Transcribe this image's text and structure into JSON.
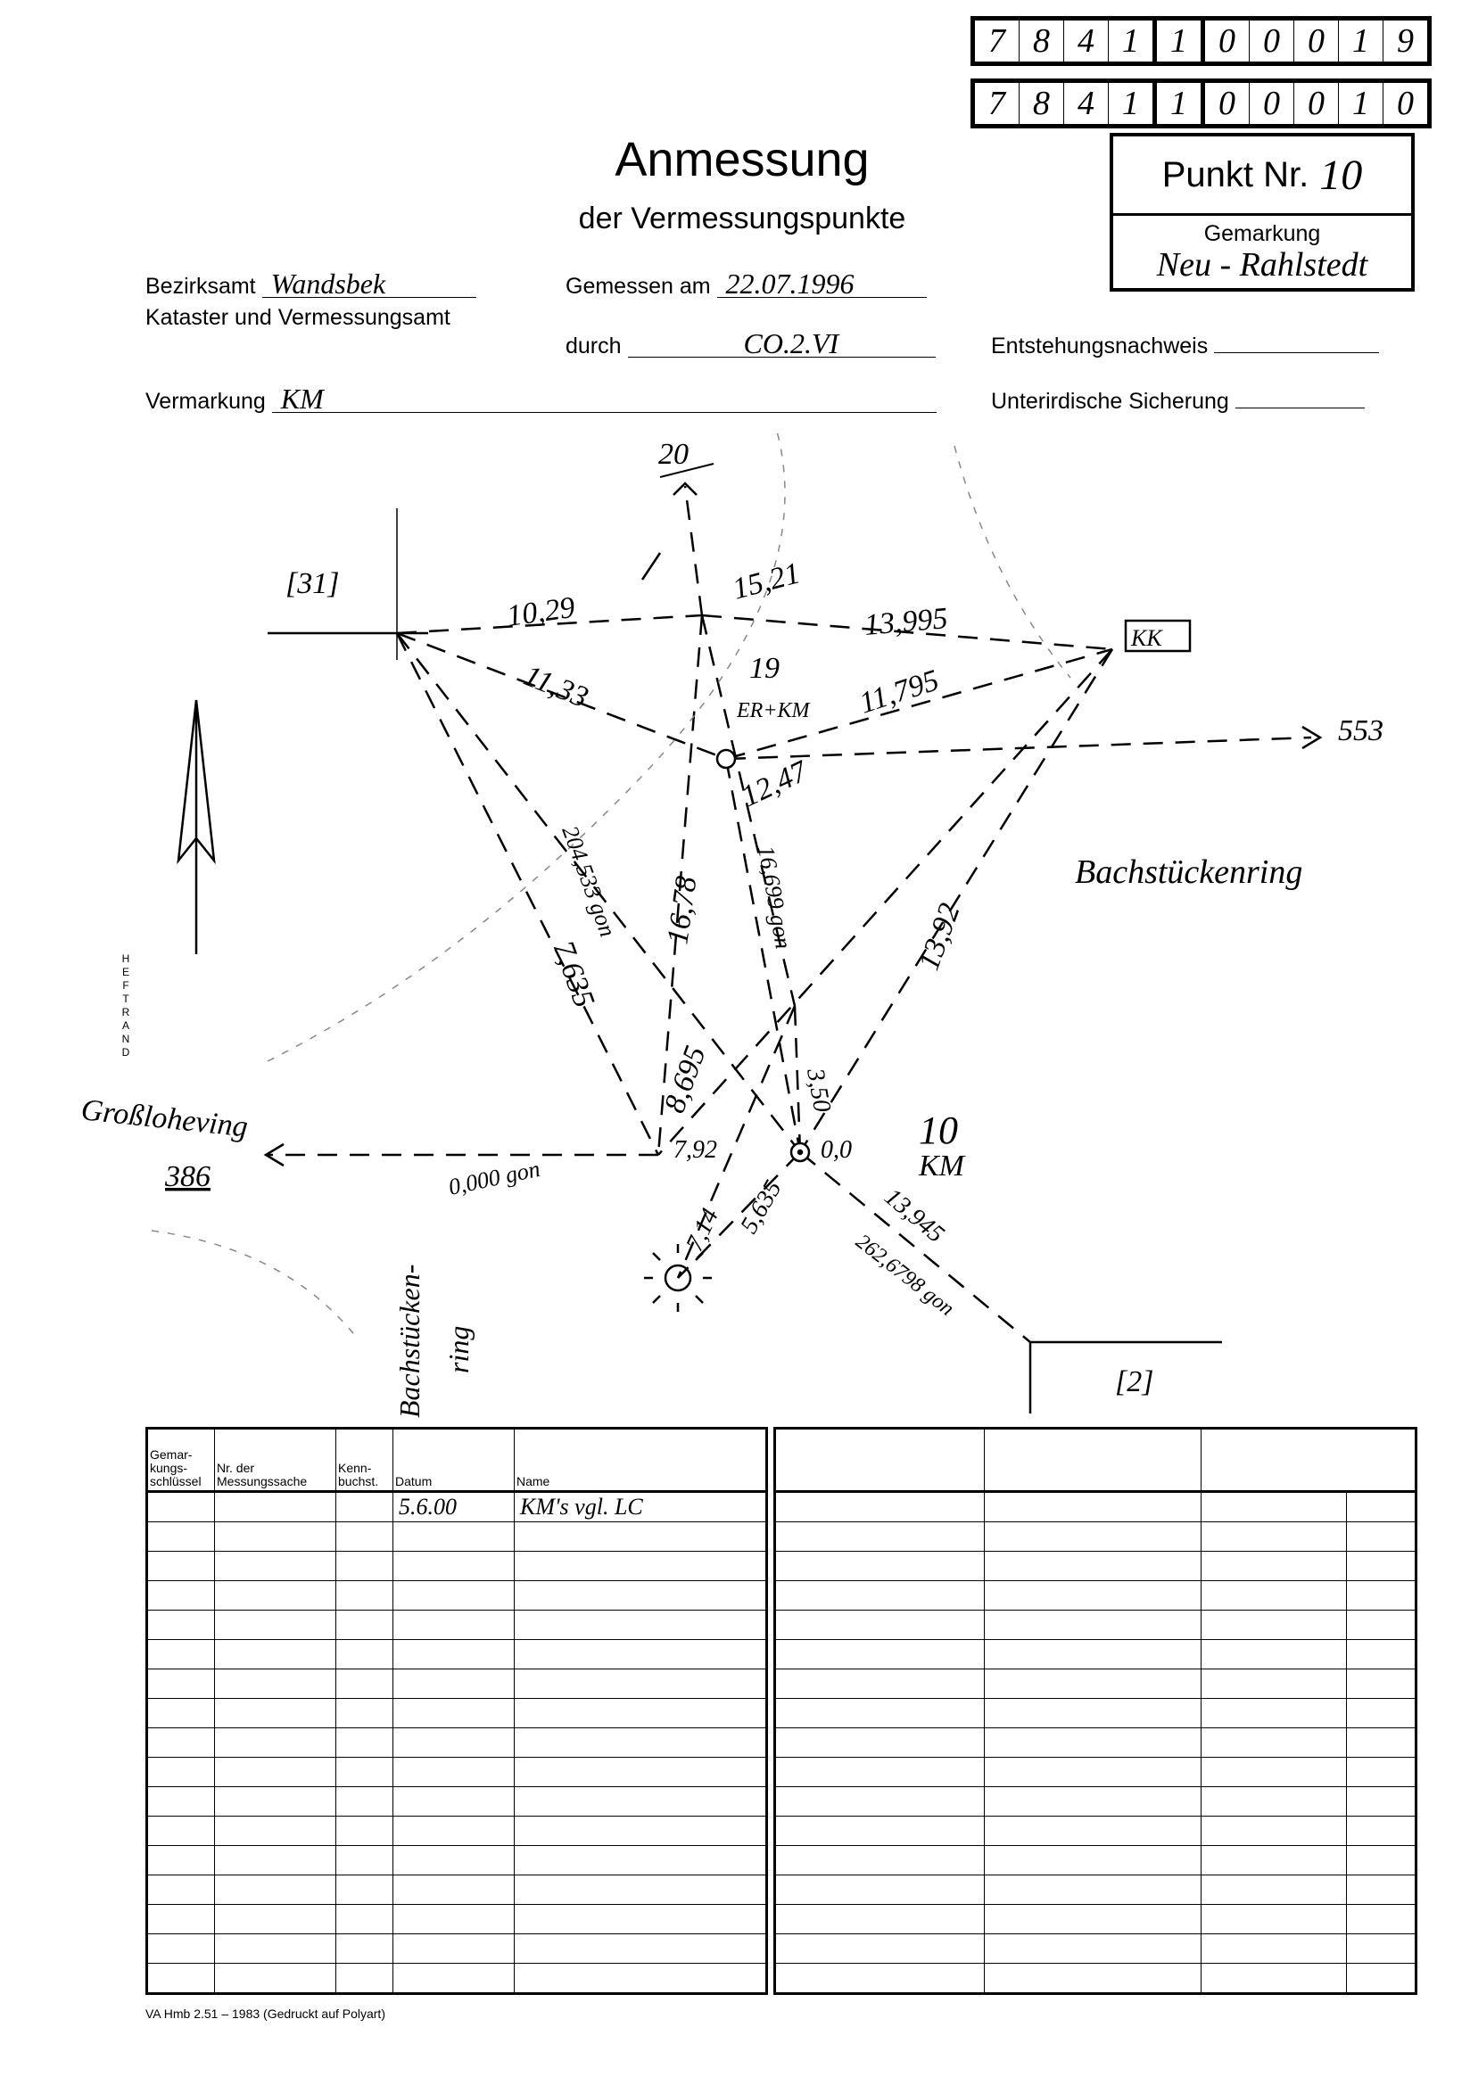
{
  "numbers": {
    "row1": [
      "7",
      "8",
      "4",
      "1",
      "1",
      "0",
      "0",
      "0",
      "1",
      "9"
    ],
    "row2": [
      "7",
      "8",
      "4",
      "1",
      "1",
      "0",
      "0",
      "0",
      "1",
      "0"
    ]
  },
  "punkt": {
    "label": "Punkt Nr.",
    "value": "10",
    "gemarkung_label": "Gemarkung",
    "gemarkung_value": "Neu - Rahlstedt"
  },
  "title": "Anmessung",
  "subtitle": "der Vermessungspunkte",
  "fields": {
    "bezirksamt_label": "Bezirksamt",
    "bezirksamt_value": "Wandsbek",
    "kataster": "Kataster und Vermessungsamt",
    "gemessen_label": "Gemessen am",
    "gemessen_value": "22.07.1996",
    "durch_label": "durch",
    "durch_value": "CO.2.VI",
    "entstehung_label": "Entstehungsnachweis",
    "vermarkung_label": "Vermarkung",
    "vermarkung_value": "KM",
    "sicherung_label": "Unterirdische Sicherung"
  },
  "sketch": {
    "p31": "[31]",
    "p2": "[2]",
    "kk": "KK",
    "p20": "20",
    "p553": "553",
    "p386": "386",
    "p19": "19",
    "p19_note": "ER+KM",
    "p10": "10",
    "p10_note": "KM",
    "d_1029": "10,29",
    "d_1521": "15,21",
    "d_13995": "13,995",
    "d_1133": "11,33",
    "d_11795": "11,795",
    "d_1247": "12,47",
    "d_1678": "16,78",
    "d_16699": "16,699 gon",
    "d_1392": "13,92",
    "d_204533": "204,533 gon",
    "d_7635": "7,635",
    "d_8695": "8,695",
    "d_792": "7,92",
    "d_350": "3,50",
    "d_00": "0,0",
    "d_0000": "0,000 gon",
    "d_714": "7,14",
    "d_5635": "5,635",
    "d_13945": "13,945",
    "d_2626798": "262,6798 gon",
    "street1": "Bachstückenring",
    "street2": "Großloheving",
    "street3a": "Bachstücken-",
    "street3b": "ring",
    "heftrand": "HEFTRAND"
  },
  "table_left": {
    "headers": [
      "Gemar-\nkungs-\nschlüssel",
      "Nr. der\nMessungssache",
      "Kenn-\nbuchst.",
      "Datum",
      "Name"
    ],
    "rows": [
      [
        "",
        "",
        "",
        "5.6.00",
        "KM's vgl. LC"
      ]
    ]
  },
  "footer": "VA Hmb 2.51 – 1983 (Gedruckt auf Polyart)"
}
